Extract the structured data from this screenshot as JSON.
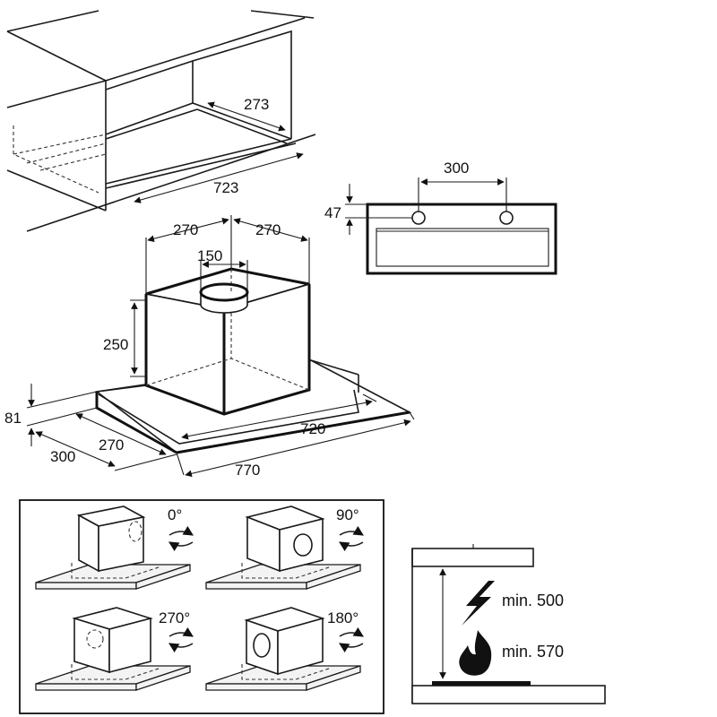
{
  "cabinet": {
    "depth": "273",
    "width": "723"
  },
  "wall_plate": {
    "spacing": "300",
    "offset": "47"
  },
  "hood": {
    "left_to_duct": "270",
    "duct_to_right": "270",
    "duct_diameter": "150",
    "motor_height": "250",
    "panel_height": "81",
    "motor_width": "720",
    "motor_depth": "270",
    "hood_depth": "300",
    "hood_width": "770"
  },
  "rotations": [
    {
      "label": "0°"
    },
    {
      "label": "90°"
    },
    {
      "label": "270°"
    },
    {
      "label": "180°"
    }
  ],
  "clearance": {
    "electric": "min. 500",
    "gas": "min. 570",
    "electric_icon": "lightning-icon",
    "gas_icon": "flame-icon"
  }
}
